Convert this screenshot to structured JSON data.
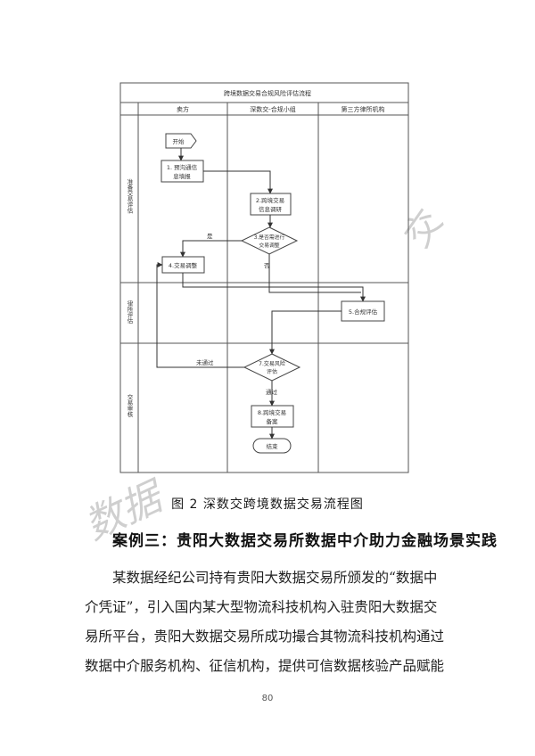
{
  "flowchart": {
    "title": "跨境数据交易合规风险评估流程",
    "columns": [
      "卖方",
      "深数交-合规小组",
      "第三方律所机构"
    ],
    "phases": [
      "准备交易评估",
      "律所评估",
      "交易审核"
    ],
    "nodes": {
      "start": "开始",
      "n1": [
        "1. 预沟通信",
        "息填报"
      ],
      "n2": [
        "2.跨境交易",
        "信息调研"
      ],
      "n3": [
        "3.是否需进行",
        "交易调整"
      ],
      "n4": "4.交易调整",
      "n5": "5.合规评估",
      "n7": [
        "7.交易风险",
        "评估"
      ],
      "n8": [
        "8.跨境交易",
        "备案"
      ],
      "end": "结束"
    },
    "edges": {
      "yes": "是",
      "no": "否",
      "fail": "未通过",
      "pass": "通过"
    }
  },
  "caption": "图 2   深数交跨境数据交易流程图",
  "case_title": "案例三：贵阳大数据交易所数据中介助力金融场景实践",
  "paragraph_lines": [
    "某数据经纪公司持有贵阳大数据交易所颁发的“数据中",
    "介凭证”，引入国内某大型物流科技机构入驻贵阳大数据交",
    "易所平台，贵阳大数据交易所成功撮合其物流科技机构通过",
    "数据中介服务机构、征信机构，提供可信数据核验产品赋能"
  ],
  "page_number": "80",
  "watermark": {
    "left": "数据",
    "right": "交"
  }
}
